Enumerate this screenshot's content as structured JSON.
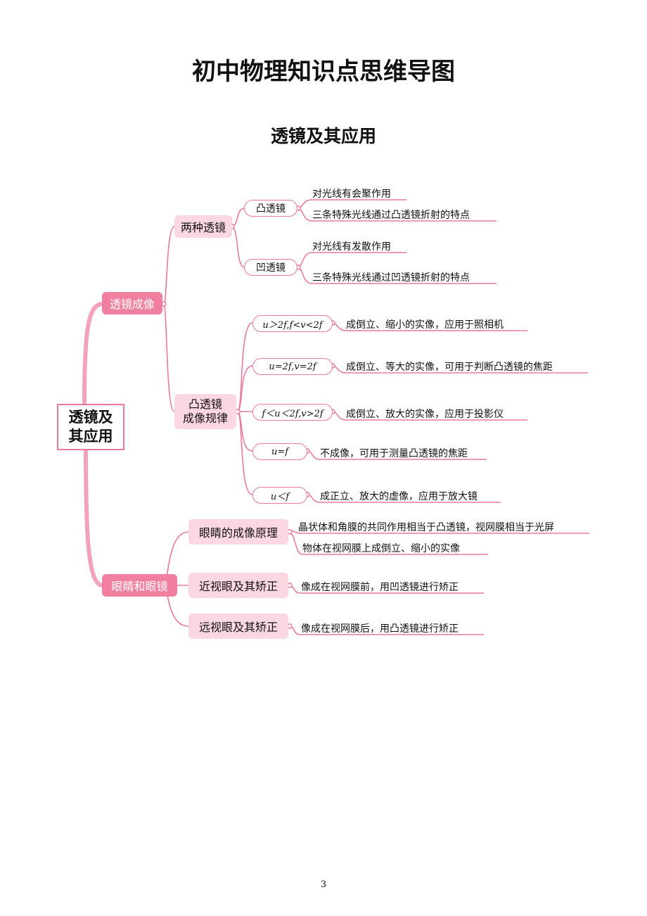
{
  "title": "初中物理知识点思维导图",
  "subtitle": "透镜及其应用",
  "center": {
    "line1": "透镜及",
    "line2": "其应用"
  },
  "branches": {
    "imaging": {
      "label": "透镜成像",
      "two_lenses": {
        "label": "两种透镜",
        "convex": {
          "label": "凸透镜",
          "leaves": [
            "对光线有会聚作用",
            "三条特殊光线通过凸透镜折射的特点"
          ]
        },
        "concave": {
          "label": "凹透镜",
          "leaves": [
            "对光线有发散作用",
            "三条特殊光线通过凹透镜折射的特点"
          ]
        }
      },
      "rules": {
        "line1": "凸透镜",
        "line2": "成像规律",
        "items": [
          {
            "cond": "u＞2f,f<v<2f",
            "result": "成倒立、缩小的实像，应用于照相机"
          },
          {
            "cond": "u=2f,v=2f",
            "result": "成倒立、等大的实像，可用于判断凸透镜的焦距"
          },
          {
            "cond": "f＜u＜2f,v>2f",
            "result": "成倒立、放大的实像，应用于投影仪"
          },
          {
            "cond": "u=f",
            "result": "不成像，可用于测量凸透镜的焦距"
          },
          {
            "cond": "u＜f",
            "result": "成正立、放大的虚像，应用于放大镜"
          }
        ]
      }
    },
    "eyes": {
      "label": "眼睛和眼镜",
      "principle": {
        "label": "眼睛的成像原理",
        "leaves": [
          "晶状体和角膜的共同作用相当于凸透镜，视网膜相当于光屏",
          "物体在视网膜上成倒立、缩小的实像"
        ]
      },
      "myopia": {
        "label": "近视眼及其矫正",
        "leaf": "像成在视网膜前，用凹透镜进行矫正"
      },
      "hyperopia": {
        "label": "远视眼及其矫正",
        "leaf": "像成在视网膜后，用凸透镜进行矫正"
      }
    }
  },
  "page_number": "3",
  "colors": {
    "connector": "#e97a9c",
    "accent_pink": "#f07fa0",
    "light_pink": "#fbd7e2"
  }
}
